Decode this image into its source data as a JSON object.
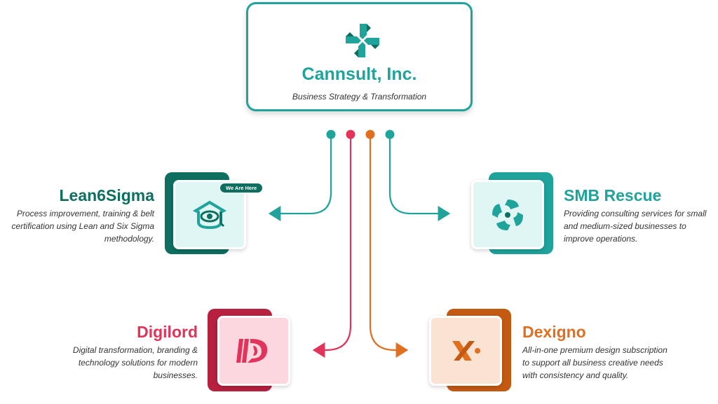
{
  "parent": {
    "name": "Cannsult, Inc.",
    "tagline": "Business Strategy & Transformation"
  },
  "companies": {
    "lean6sigma": {
      "name": "Lean6Sigma",
      "badge": "We Are Here",
      "desc_lines": [
        "Process improvement, training & belt",
        "certification using Lean and Six Sigma",
        "methodology."
      ]
    },
    "smb_rescue": {
      "name": "SMB Rescue",
      "desc_lines": [
        "Providing consulting services for small",
        "and medium-sized businesses to",
        "improve operations."
      ]
    },
    "digilord": {
      "name": "Digilord",
      "desc_lines": [
        "Digital transformation, branding &",
        "technology solutions for modern",
        "businesses."
      ]
    },
    "dexigno": {
      "name": "Dexigno",
      "desc_lines": [
        "All-in-one premium design subscription",
        "to support all business creative needs",
        "with consistency and quality."
      ]
    }
  },
  "colors": {
    "teal": "#1fa39b",
    "dark_teal": "#0e6f61",
    "red": "#e2335a",
    "orange": "#e0701f"
  },
  "icons": {
    "parent": "pinwheel-logo",
    "lean6sigma": "graduate-cap-eye-icon",
    "smb_rescue": "swirl-s-icon",
    "digilord": "striped-d-icon",
    "dexigno": "x-dot-icon"
  }
}
